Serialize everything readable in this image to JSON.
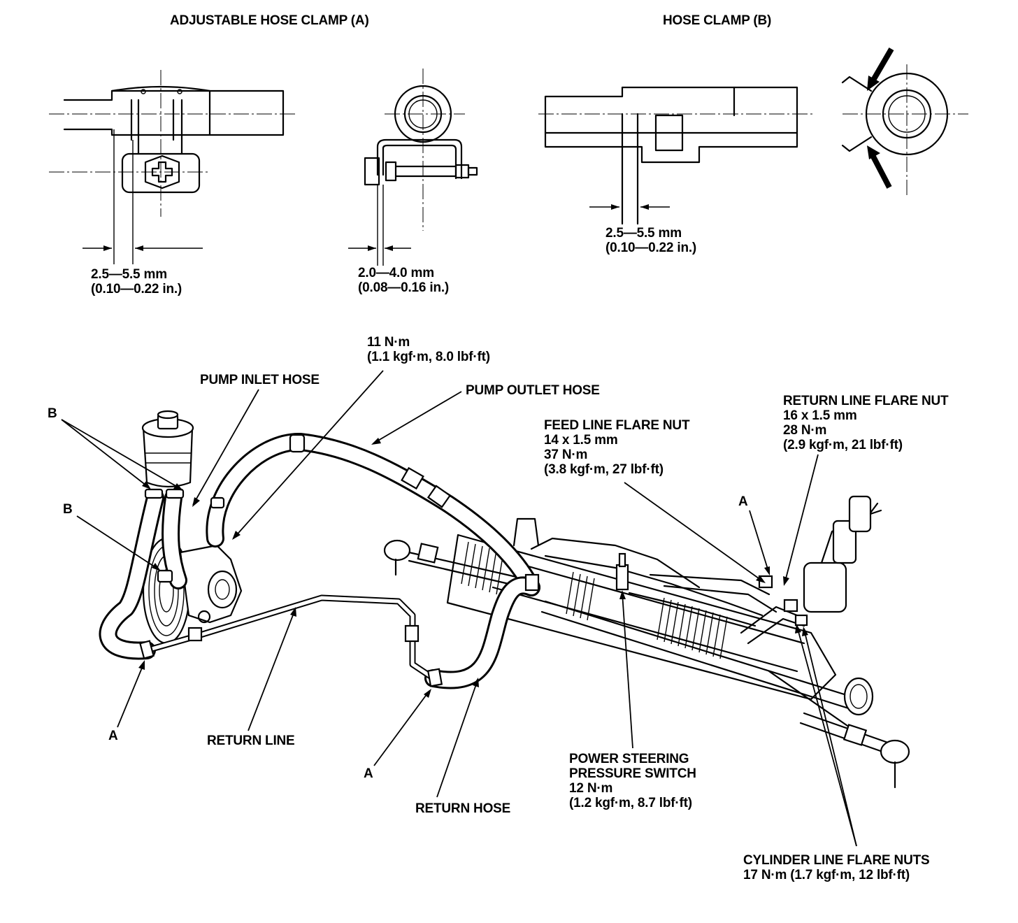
{
  "titles": {
    "clamp_a": "ADJUSTABLE HOSE CLAMP (A)",
    "clamp_b": "HOSE CLAMP (B)"
  },
  "dimensions": {
    "a_side": [
      "2.5—5.5 mm",
      "(0.10—0.22 in.)"
    ],
    "a_end": [
      "2.0—4.0 mm",
      "(0.08—0.16 in.)"
    ],
    "b_side": [
      "2.5—5.5 mm",
      "(0.10—0.22 in.)"
    ]
  },
  "labels": {
    "pump_bolt_torque": [
      "11 N·m",
      "(1.1 kgf·m, 8.0 lbf·ft)"
    ],
    "pump_inlet_hose": "PUMP INLET HOSE",
    "pump_outlet_hose": "PUMP OUTLET HOSE",
    "feed_line_flare_nut": [
      "FEED LINE FLARE NUT",
      "14 x 1.5 mm",
      "37 N·m",
      "(3.8 kgf·m, 27 lbf·ft)"
    ],
    "return_line_flare_nut": [
      "RETURN LINE FLARE NUT",
      "16 x 1.5 mm",
      "28 N·m",
      "(2.9 kgf·m, 21 lbf·ft)"
    ],
    "b_top": "B",
    "b_mid": "B",
    "a_rack": "A",
    "a_left": "A",
    "a_mid": "A",
    "return_line": "RETURN LINE",
    "return_hose": "RETURN HOSE",
    "pressure_switch": [
      "POWER STEERING",
      "PRESSURE SWITCH",
      "12 N·m",
      "(1.2 kgf·m, 8.7 lbf·ft)"
    ],
    "cylinder_flare_nuts": [
      "CYLINDER LINE FLARE NUTS",
      "17 N·m (1.7 kgf·m, 12 lbf·ft)"
    ]
  }
}
